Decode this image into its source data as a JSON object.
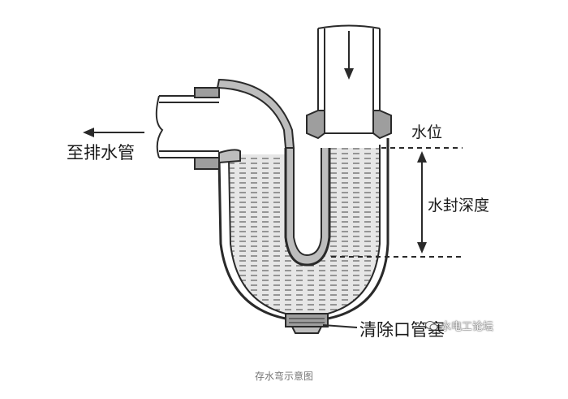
{
  "diagram": {
    "labels": {
      "outlet_pipe": "至排水管",
      "water_level": "水位",
      "seal_depth": "水封深度",
      "cleanout_plug": "清除口管塞"
    },
    "watermark": "水电工论坛",
    "colors": {
      "ink": "#2a2a2a",
      "water": "#d9d9d9",
      "pipe_wall": "#6e6e6e"
    }
  },
  "caption": "存水弯示意图"
}
